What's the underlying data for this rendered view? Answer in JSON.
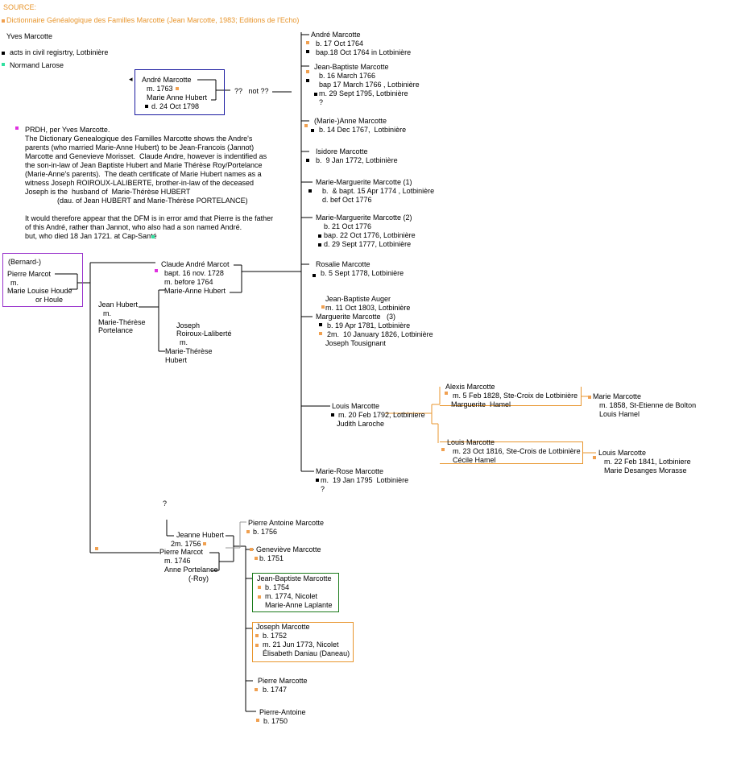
{
  "colors": {
    "orange_marker": "#f0a050",
    "black_marker": "#000000",
    "magenta_marker": "#e030e0",
    "teal_marker": "#30e0a0",
    "source_text": "#e8962e",
    "purple_box": "#9933cc",
    "blue_box": "#1a1aa0",
    "orange_box": "#e8962e",
    "green_box": "#1a7a1a"
  },
  "source": {
    "label": "SOURCE:",
    "text": "Dictionnaire Généalogique des Familles Marcotte (Jean Marcotte, 1983; Editions de l'Echo)"
  },
  "legend": {
    "author": "Yves Marcotte",
    "acts": "acts in civil regisrtry, Lotbinière",
    "normand": "Normand Larose"
  },
  "note": {
    "lines": [
      "PRDH, per Yves Marcotte.",
      "The Dictionary Genealogique des Familles Marcotte shows the Andre's",
      "parents (who married Marie-Anne Hubert) to be Jean-Francois (Jannot)",
      "Marcotte and Genevieve Morisset.  Claude Andre, however is indentified as",
      "the son-in-law of Jean Baptiste Hubert and Marie Thérèse Roy/Portelance",
      "(Marie-Anne's parents).  The death certificate of Marie Hubert names as a",
      "witness Joseph ROIROUX-LALIBERTE, brother-in-law of the deceased",
      "Joseph is the  husband of  Marie-Thérèse HUBERT",
      "                (dau. of Jean HUBERT and Marie-Thérèse PORTELANCE)"
    ],
    "lines2": [
      "It would therefore appear that the DFM is in error amd that Pierre is the father",
      "of this André, rather than Jannot, who also had a son named André.",
      "but, who died 18 Jan 1721. at Cap-Santé"
    ]
  },
  "andre_box": {
    "name": "André Marcotte",
    "m": "m. 1763",
    "spouse": "Marie Anne Hubert",
    "d": "d. 24 Oct 1798",
    "arrow": "◂",
    "question": "??   not ??"
  },
  "pierre_box": {
    "l1": "(Bernard-)",
    "l2": "Pierre Marcot",
    "l3": "m.",
    "l4": "Marie Louise Houde",
    "l5": "or Houle"
  },
  "claude": {
    "name": "Claude André Marcot",
    "bapt": "bapt. 16 nov. 1728",
    "m": "m. before 1764",
    "spouse": "Marie-Anne Hubert"
  },
  "jean_hubert": {
    "l1": "Jean Hubert",
    "l2": "m.",
    "l3": "Marie-Thérèse",
    "l4": "Portelance"
  },
  "joseph_roiroux": {
    "l1": "Joseph",
    "l2": "Roiroux-Laliberté",
    "l3": "m.",
    "l4": "Marie-Thérèse",
    "l5": "Hubert"
  },
  "children": [
    {
      "lines": [
        "André Marcotte",
        "b. 17 Oct 1764",
        "bap.18 Oct 1764 in Lotbinière"
      ]
    },
    {
      "lines": [
        "Jean-Baptiste Marcotte",
        "b. 16 March 1766",
        "bap 17 March 1766 , Lotbinière",
        "m. 29 Sept 1795, Lotbinière",
        "?"
      ]
    },
    {
      "lines": [
        "(Marie-)Anne Marcotte",
        "b. 14 Dec 1767,  Lotbinière"
      ]
    },
    {
      "lines": [
        "Isidore Marcotte",
        "b.  9 Jan 1772, Lotbinière"
      ]
    },
    {
      "lines": [
        "Marie-Marguerite Marcotte (1)",
        "b.  & bapt. 15 Apr 1774 , Lotbinière",
        "d. bef Oct 1776"
      ]
    },
    {
      "lines": [
        "Marie-Marguerite Marcotte (2)",
        "b. 21 Oct 1776",
        "bap. 22 Oct 1776, Lotbinière",
        "d. 29 Sept 1777, Lotbinière"
      ]
    },
    {
      "lines": [
        "Rosalie Marcotte",
        "b. 5 Sept 1778, Lotbinière"
      ]
    },
    {
      "lines": [
        "Jean-Baptiste Auger",
        "m. 11 Oct 1803, Lotbinière",
        "Marguerite Marcotte   (3)",
        "b. 19 Apr 1781, Lotbinière",
        "2m.  10 January 1826, Lotbinière",
        "Joseph Tousignant"
      ]
    },
    {
      "lines": [
        "Louis Marcotte",
        "m. 20 Feb 1792, Lotbiniere",
        "Judith Laroche"
      ]
    },
    {
      "lines": [
        "Marie-Rose Marcotte",
        "m.  19 Jan 1795  Lotbinière",
        "?"
      ]
    }
  ],
  "louis_desc": {
    "alexis": [
      "Alexis Marcotte",
      "m. 5 Feb 1828, Ste-Croix de Lotbinière",
      "Marguerite  Hamel"
    ],
    "louis2": [
      "Louis Marcotte",
      "m. 23 Oct 1816, Ste-Crois de Lotbinière",
      "Cécile Hamel"
    ],
    "marie": [
      "Marie Marcotte",
      "m. 1858, St-Etienne de Bolton",
      "Louis Hamel"
    ],
    "louis3": [
      "Louis Marcotte",
      "m. 22 Feb 1841, Lotbiniere",
      "Marie Desanges Morasse"
    ]
  },
  "lower": {
    "q": "?",
    "jeanne": [
      "Jeanne Hubert",
      "2m. 1756"
    ],
    "pierre": [
      "Pierre Marcot",
      "m. 1746",
      "Anne Portelance",
      "(-Roy)"
    ],
    "pierre_antoine_top": [
      "Pierre Antoine Marcotte",
      "b. 1756"
    ],
    "genevieve": [
      "Geneviève Marcotte",
      "b. 1751"
    ],
    "jean_baptiste": [
      "Jean-Baptiste Marcotte",
      "b. 1754",
      "m. 1774, Nicolet",
      "Marie-Anne Laplante"
    ],
    "joseph": [
      "Joseph Marcotte",
      "b. 1752",
      "m. 21 Jun 1773, Nicolet",
      "Élisabeth Daniau (Daneau)"
    ],
    "pierre2": [
      "Pierre Marcotte",
      "b. 1747"
    ],
    "pierre_antoine2": [
      "Pierre-Antoine",
      "b. 1750"
    ]
  }
}
